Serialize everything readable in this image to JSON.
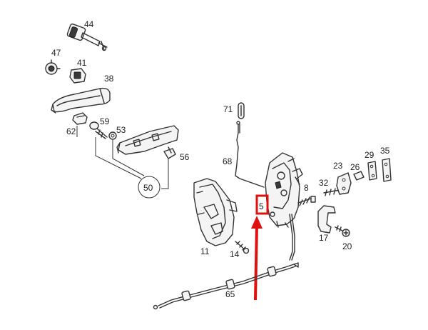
{
  "callouts": {
    "p44": "44",
    "p47": "47",
    "p41": "41",
    "p38": "38",
    "p62": "62",
    "p59": "59",
    "p53": "53",
    "p56": "56",
    "p50": "50",
    "p71": "71",
    "p68": "68",
    "p11": "11",
    "p14": "14",
    "p5": "5",
    "p8": "8",
    "p32": "32",
    "p23": "23",
    "p26": "26",
    "p29": "29",
    "p35": "35",
    "p17": "17",
    "p20": "20",
    "p65": "65"
  },
  "highlight": {
    "part": "5",
    "color": "#e01010"
  }
}
